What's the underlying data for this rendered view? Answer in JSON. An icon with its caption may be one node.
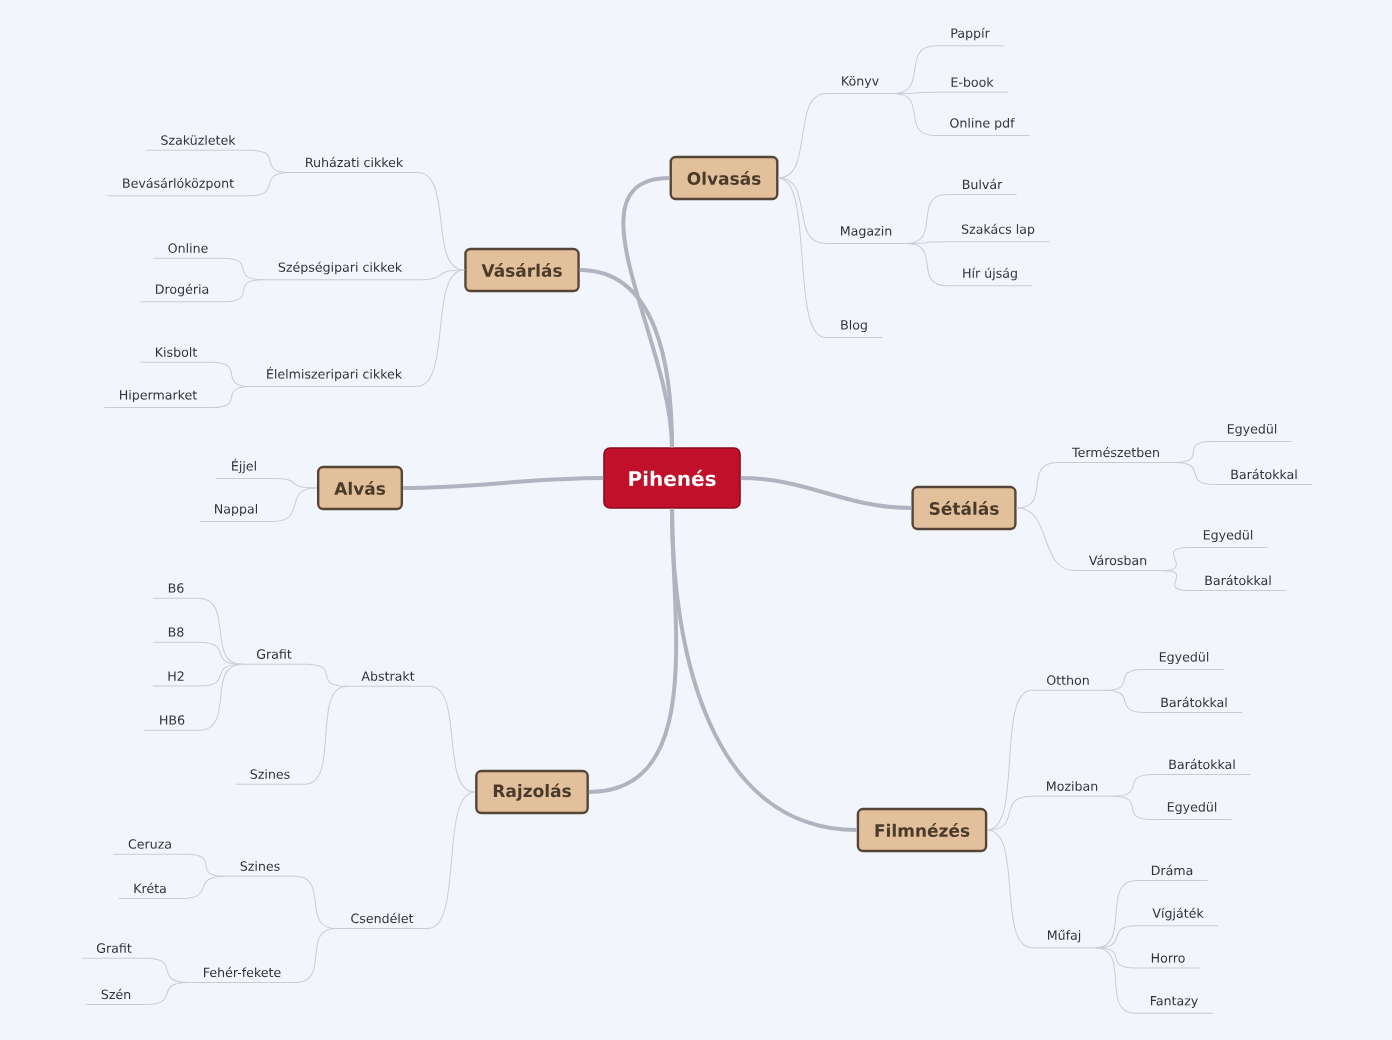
{
  "diagram": {
    "nodes": [
      {
        "text": [
          "Pihenés"
        ]
      },
      {
        "text": [
          "Olvasás"
        ]
      },
      {
        "text": [
          "Vásárlás"
        ]
      },
      {
        "text": [
          "Alvás"
        ]
      },
      {
        "text": [
          "Sétálás"
        ]
      },
      {
        "text": [
          "Rajzolás"
        ]
      },
      {
        "text": [
          "Filmnézés"
        ]
      },
      {
        "text": [
          "Könyv"
        ]
      },
      {
        "text": [
          "Magazin"
        ]
      },
      {
        "text": [
          "Blog"
        ]
      },
      {
        "text": [
          "Pappír"
        ]
      },
      {
        "text": [
          "E-book"
        ]
      },
      {
        "text": [
          "Online pdf"
        ]
      },
      {
        "text": [
          "Bulvár"
        ]
      },
      {
        "text": [
          "Szakács lap"
        ]
      },
      {
        "text": [
          "Hír újság"
        ]
      },
      {
        "text": [
          "Ruházati cikkek"
        ]
      },
      {
        "text": [
          "Szépségipari cikkek"
        ]
      },
      {
        "text": [
          "Élelmiszeripari cikkek"
        ]
      },
      {
        "text": [
          "Szaküzletek"
        ]
      },
      {
        "text": [
          "Bevásárlóközpont"
        ]
      },
      {
        "text": [
          "Online"
        ]
      },
      {
        "text": [
          "Drogéria"
        ]
      },
      {
        "text": [
          "Kisbolt"
        ]
      },
      {
        "text": [
          "Hipermarket"
        ]
      },
      {
        "text": [
          "Éjjel"
        ]
      },
      {
        "text": [
          "Nappal"
        ]
      },
      {
        "text": [
          "Természetben"
        ]
      },
      {
        "text": [
          "Városban"
        ]
      },
      {
        "text": [
          "Egyedül"
        ]
      },
      {
        "text": [
          "Barátokkal"
        ]
      },
      {
        "text": [
          "Egyedül"
        ]
      },
      {
        "text": [
          "Barátokkal"
        ]
      },
      {
        "text": [
          "Abstrakt"
        ]
      },
      {
        "text": [
          "Csendélet"
        ]
      },
      {
        "text": [
          "Grafit"
        ]
      },
      {
        "text": [
          "Szines"
        ]
      },
      {
        "text": [
          "B6"
        ]
      },
      {
        "text": [
          "B8"
        ]
      },
      {
        "text": [
          "H2"
        ]
      },
      {
        "text": [
          "HB6"
        ]
      },
      {
        "text": [
          "Szines"
        ]
      },
      {
        "text": [
          "Fehér-fekete"
        ]
      },
      {
        "text": [
          "Ceruza"
        ]
      },
      {
        "text": [
          "Kréta"
        ]
      },
      {
        "text": [
          "Grafit"
        ]
      },
      {
        "text": [
          "Szén"
        ]
      },
      {
        "text": [
          "Otthon"
        ]
      },
      {
        "text": [
          "Moziban"
        ]
      },
      {
        "text": [
          "Műfaj"
        ]
      },
      {
        "text": [
          "Egyedül"
        ]
      },
      {
        "text": [
          "Barátokkal"
        ]
      },
      {
        "text": [
          "Barátokkal"
        ]
      },
      {
        "text": [
          "Egyedül"
        ]
      },
      {
        "text": [
          "Dráma"
        ]
      },
      {
        "text": [
          "Vígjáték"
        ]
      },
      {
        "text": [
          "Horro"
        ]
      },
      {
        "text": [
          "Fantazy"
        ]
      }
    ],
    "edges": [
      {
        "from": 0,
        "to": 1,
        "arrow": "none",
        "style": "thick"
      },
      {
        "from": 0,
        "to": 2,
        "arrow": "none",
        "style": "thick"
      },
      {
        "from": 0,
        "to": 3,
        "arrow": "none",
        "style": "thick"
      },
      {
        "from": 0,
        "to": 4,
        "arrow": "none",
        "style": "thick"
      },
      {
        "from": 0,
        "to": 5,
        "arrow": "none",
        "style": "thick"
      },
      {
        "from": 0,
        "to": 6,
        "arrow": "none",
        "style": "thick"
      },
      {
        "from": 1,
        "to": 7,
        "arrow": "none"
      },
      {
        "from": 1,
        "to": 8,
        "arrow": "none"
      },
      {
        "from": 1,
        "to": 9,
        "arrow": "none"
      },
      {
        "from": 7,
        "to": 10,
        "arrow": "none"
      },
      {
        "from": 7,
        "to": 11,
        "arrow": "none"
      },
      {
        "from": 7,
        "to": 12,
        "arrow": "none"
      },
      {
        "from": 8,
        "to": 13,
        "arrow": "none"
      },
      {
        "from": 8,
        "to": 14,
        "arrow": "none"
      },
      {
        "from": 8,
        "to": 15,
        "arrow": "none"
      },
      {
        "from": 2,
        "to": 16,
        "arrow": "none"
      },
      {
        "from": 2,
        "to": 17,
        "arrow": "none"
      },
      {
        "from": 2,
        "to": 18,
        "arrow": "none"
      },
      {
        "from": 16,
        "to": 19,
        "arrow": "none"
      },
      {
        "from": 16,
        "to": 20,
        "arrow": "none"
      },
      {
        "from": 17,
        "to": 21,
        "arrow": "none"
      },
      {
        "from": 17,
        "to": 22,
        "arrow": "none"
      },
      {
        "from": 18,
        "to": 23,
        "arrow": "none"
      },
      {
        "from": 18,
        "to": 24,
        "arrow": "none"
      },
      {
        "from": 3,
        "to": 25,
        "arrow": "none"
      },
      {
        "from": 3,
        "to": 26,
        "arrow": "none"
      },
      {
        "from": 4,
        "to": 27,
        "arrow": "none"
      },
      {
        "from": 4,
        "to": 28,
        "arrow": "none"
      },
      {
        "from": 27,
        "to": 29,
        "arrow": "none"
      },
      {
        "from": 27,
        "to": 30,
        "arrow": "none"
      },
      {
        "from": 28,
        "to": 31,
        "arrow": "none"
      },
      {
        "from": 28,
        "to": 32,
        "arrow": "none"
      },
      {
        "from": 5,
        "to": 33,
        "arrow": "none"
      },
      {
        "from": 5,
        "to": 34,
        "arrow": "none"
      },
      {
        "from": 33,
        "to": 35,
        "arrow": "none"
      },
      {
        "from": 33,
        "to": 36,
        "arrow": "none"
      },
      {
        "from": 35,
        "to": 37,
        "arrow": "none"
      },
      {
        "from": 35,
        "to": 38,
        "arrow": "none"
      },
      {
        "from": 35,
        "to": 39,
        "arrow": "none"
      },
      {
        "from": 35,
        "to": 40,
        "arrow": "none"
      },
      {
        "from": 34,
        "to": 41,
        "arrow": "none"
      },
      {
        "from": 34,
        "to": 42,
        "arrow": "none"
      },
      {
        "from": 41,
        "to": 43,
        "arrow": "none"
      },
      {
        "from": 41,
        "to": 44,
        "arrow": "none"
      },
      {
        "from": 42,
        "to": 45,
        "arrow": "none"
      },
      {
        "from": 42,
        "to": 46,
        "arrow": "none"
      },
      {
        "from": 6,
        "to": 47,
        "arrow": "none"
      },
      {
        "from": 6,
        "to": 48,
        "arrow": "none"
      },
      {
        "from": 6,
        "to": 49,
        "arrow": "none"
      },
      {
        "from": 47,
        "to": 50,
        "arrow": "none"
      },
      {
        "from": 47,
        "to": 51,
        "arrow": "none"
      },
      {
        "from": 48,
        "to": 52,
        "arrow": "none"
      },
      {
        "from": 48,
        "to": 53,
        "arrow": "none"
      },
      {
        "from": 49,
        "to": 54,
        "arrow": "none"
      },
      {
        "from": 49,
        "to": 55,
        "arrow": "none"
      },
      {
        "from": 49,
        "to": 56,
        "arrow": "none"
      },
      {
        "from": 49,
        "to": 57,
        "arrow": "none"
      }
    ]
  }
}
